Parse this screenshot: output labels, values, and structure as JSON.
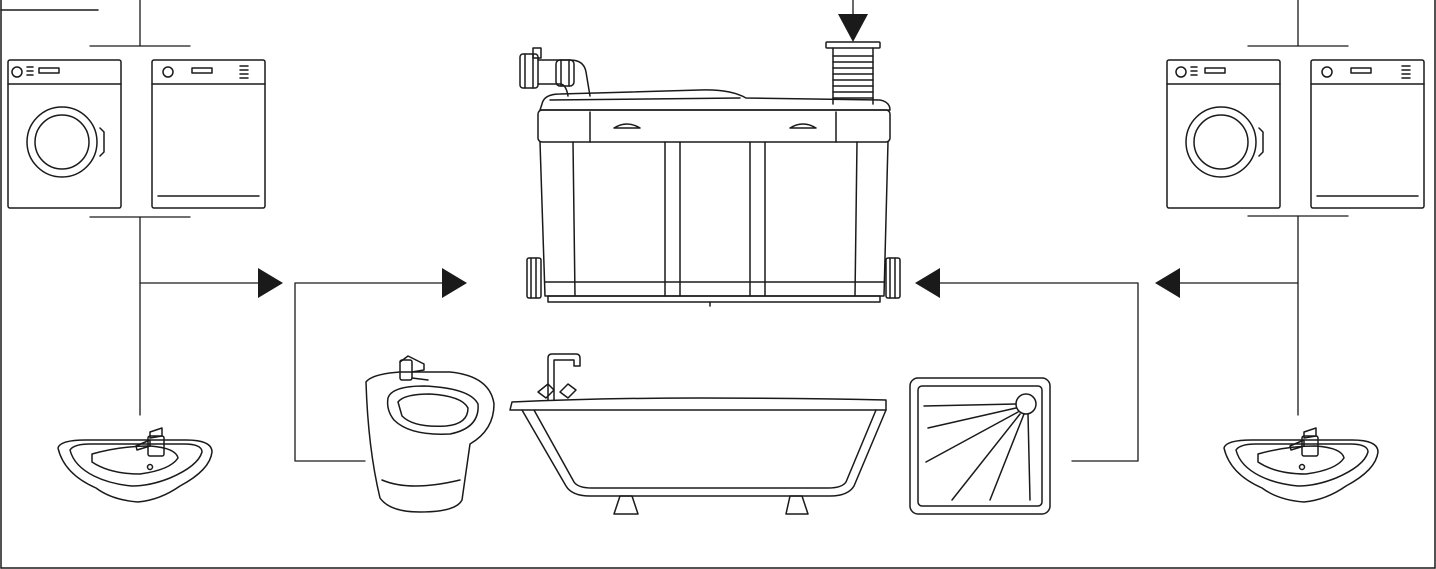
{
  "diagram": {
    "line_color": "#1a1a1a",
    "fill_color": "#ffffff",
    "appliances_left": [
      "washing-machine",
      "dryer",
      "washbasin"
    ],
    "appliances_center": [
      "pump-unit",
      "bidet",
      "bathtub",
      "shower-tray"
    ],
    "appliances_right": [
      "washing-machine",
      "dryer",
      "washbasin"
    ],
    "flow_arrows": [
      "arrow-down",
      "arrow-right",
      "arrow-right",
      "arrow-left",
      "arrow-left"
    ]
  }
}
